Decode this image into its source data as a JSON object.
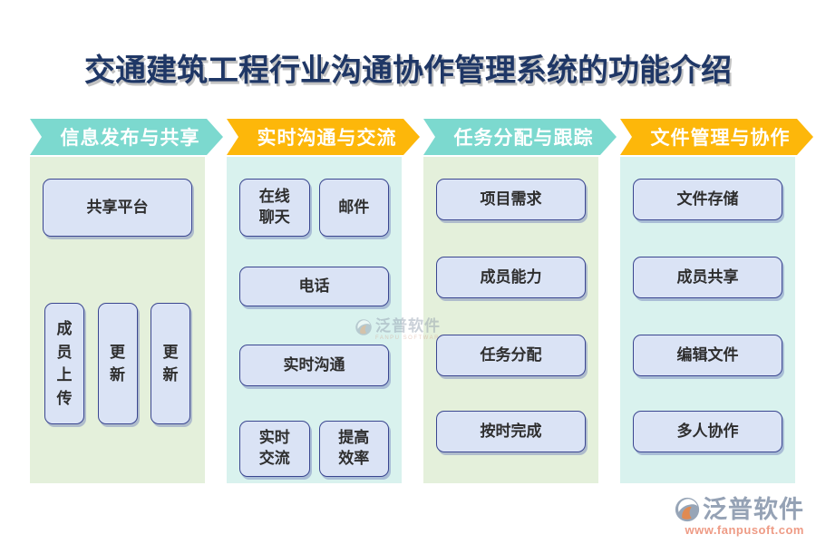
{
  "title": "交通建筑工程行业沟通协作管理系统的功能介绍",
  "colors": {
    "header_teal": "#7CD9CF",
    "header_gold": "#FDB70A",
    "panel_green": "#E4F0DB",
    "panel_cyan": "#D9F2EE",
    "box_fill": "#DAE3F5",
    "box_border": "#3A4690",
    "title_navy": "#1F3766"
  },
  "columns": [
    {
      "header": "信息发布与共享",
      "theme": "teal",
      "boxes": [
        {
          "label": "共享平台"
        },
        {
          "label": "成员上传"
        },
        {
          "label": "更新"
        },
        {
          "label": "更新"
        }
      ]
    },
    {
      "header": "实时沟通与交流",
      "theme": "gold",
      "boxes": [
        {
          "label": "在线聊天"
        },
        {
          "label": "邮件"
        },
        {
          "label": "电话"
        },
        {
          "label": "实时沟通"
        },
        {
          "label": "实时交流"
        },
        {
          "label": "提高效率"
        }
      ]
    },
    {
      "header": "任务分配与跟踪",
      "theme": "teal",
      "boxes": [
        {
          "label": "项目需求"
        },
        {
          "label": "成员能力"
        },
        {
          "label": "任务分配"
        },
        {
          "label": "按时完成"
        }
      ]
    },
    {
      "header": "文件管理与协作",
      "theme": "gold",
      "boxes": [
        {
          "label": "文件存储"
        },
        {
          "label": "成员共享"
        },
        {
          "label": "编辑文件"
        },
        {
          "label": "多人协作"
        }
      ]
    }
  ],
  "watermark": {
    "text": "泛普软件",
    "subtext": "FANPU SOFTWARE"
  },
  "footer_logo": {
    "name": "泛普软件",
    "url": "www.fanpusoft.com"
  }
}
